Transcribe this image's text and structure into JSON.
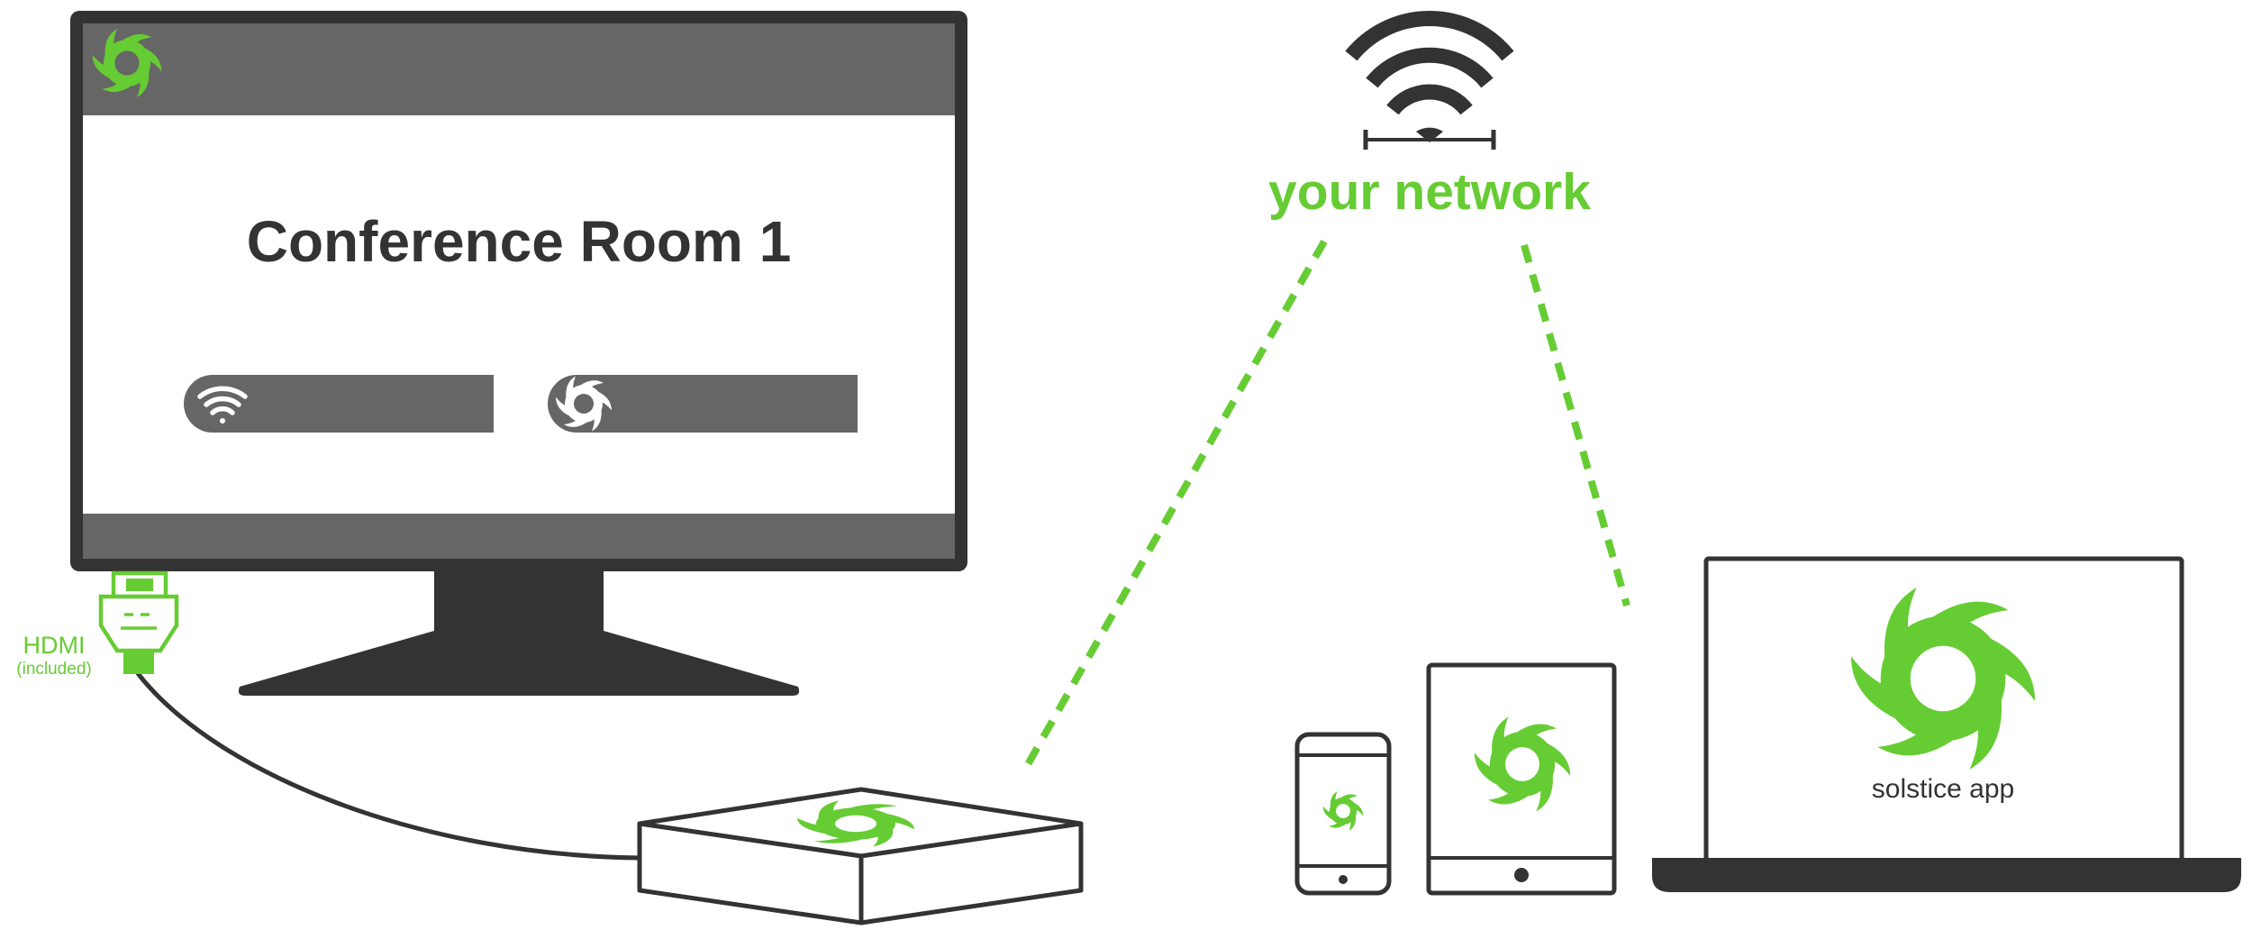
{
  "colors": {
    "accent": "#66cc33",
    "dark": "#333333",
    "bar": "#666666",
    "screen": "#ffffff"
  },
  "display": {
    "room_name": "Conference Room 1",
    "logo_icon": "solstice-swirl-icon",
    "wifi_pill_icon": "wifi-icon",
    "solstice_pill_icon": "solstice-swirl-icon"
  },
  "cable": {
    "label": "HDMI",
    "sublabel": "(included)"
  },
  "network": {
    "label": "your network",
    "icon": "wifi-icon"
  },
  "devices": {
    "pod_icon": "solstice-swirl-icon",
    "phone_icon": "solstice-swirl-icon",
    "tablet_icon": "solstice-swirl-icon",
    "laptop_label": "solstice app"
  }
}
